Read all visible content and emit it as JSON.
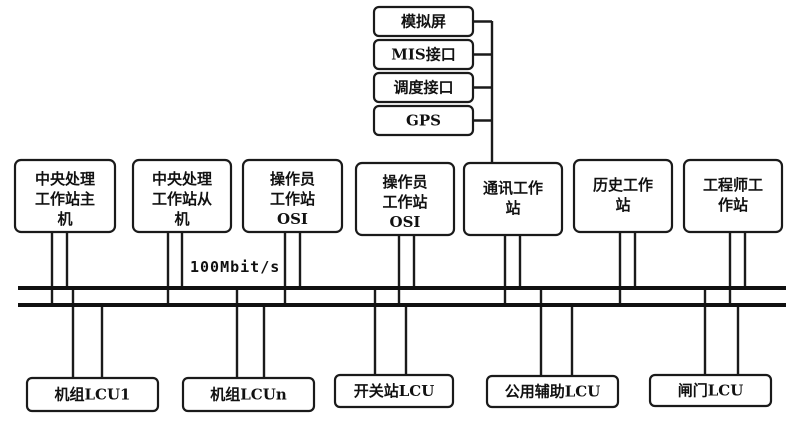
{
  "external": [
    {
      "label": "模拟屏"
    },
    {
      "label": "MIS接口"
    },
    {
      "label": "调度接口"
    },
    {
      "label": "GPS"
    }
  ],
  "stations": [
    {
      "lines": [
        "中央处理",
        "工作站主",
        "机"
      ]
    },
    {
      "lines": [
        "中央处理",
        "工作站从",
        "机"
      ]
    },
    {
      "lines": [
        "操作员",
        "工作站",
        "OSI"
      ]
    },
    {
      "lines": [
        "操作员",
        "工作站",
        "OSI"
      ]
    },
    {
      "lines": [
        "通讯工作",
        "站"
      ]
    },
    {
      "lines": [
        "历史工作",
        "站"
      ]
    },
    {
      "lines": [
        "工程师工",
        "作站"
      ]
    }
  ],
  "network": {
    "speed_label": "100Mbit/s"
  },
  "lcus": [
    {
      "label": "机组LCU1"
    },
    {
      "label": "机组LCUn"
    },
    {
      "label": "开关站LCU"
    },
    {
      "label": "公用辅助LCU"
    },
    {
      "label": "闸门LCU"
    }
  ]
}
